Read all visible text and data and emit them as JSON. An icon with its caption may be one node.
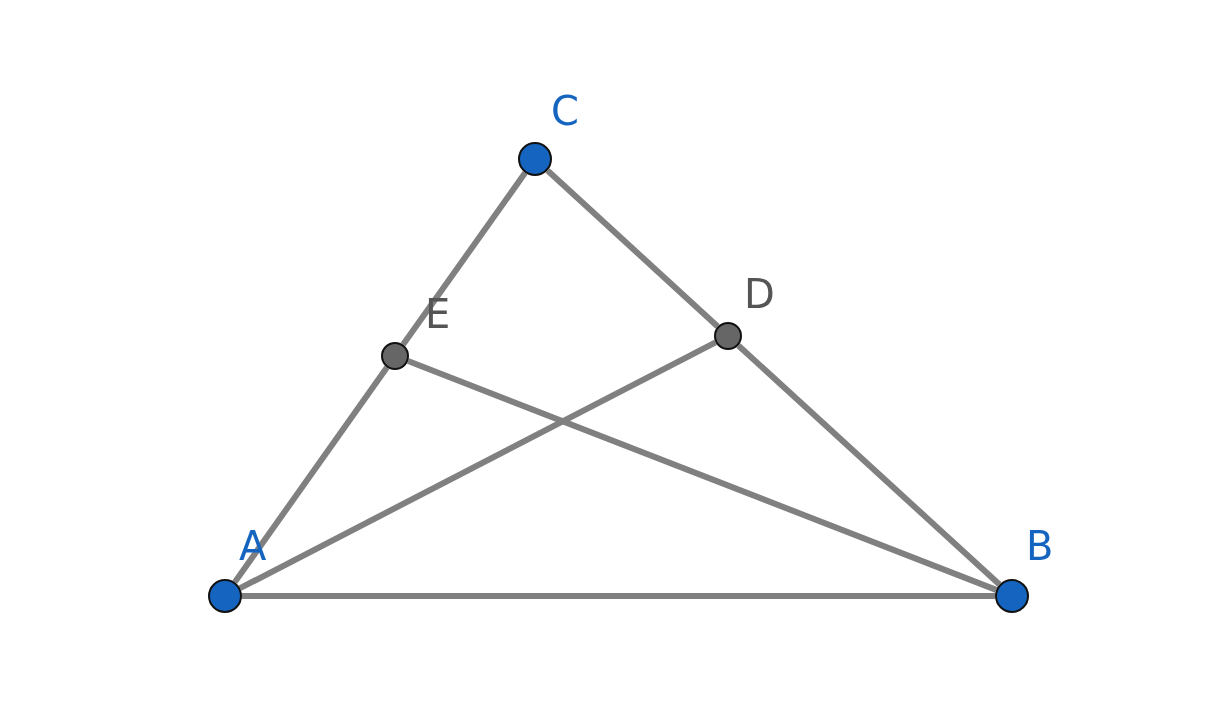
{
  "diagram": {
    "nodes": [
      {
        "text": [
          "C"
        ]
      },
      {
        "text": [
          "D"
        ]
      },
      {
        "text": [
          "E"
        ]
      },
      {
        "text": [
          "A"
        ]
      },
      {
        "text": [
          "B"
        ]
      }
    ],
    "edges": [
      {
        "from": 3,
        "to": 4,
        "arrow": "none"
      },
      {
        "from": 3,
        "to": 2,
        "arrow": "none"
      },
      {
        "from": 2,
        "to": 0,
        "arrow": "none"
      },
      {
        "from": 0,
        "to": 1,
        "arrow": "none"
      },
      {
        "from": 1,
        "to": 4,
        "arrow": "none"
      },
      {
        "from": 3,
        "to": 1,
        "arrow": "none"
      },
      {
        "from": 2,
        "to": 4,
        "arrow": "none"
      }
    ]
  }
}
